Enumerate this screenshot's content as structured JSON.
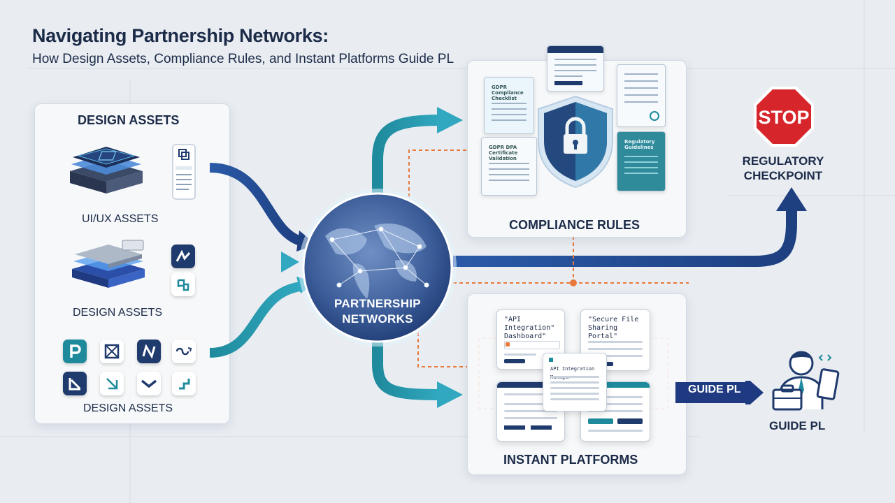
{
  "header": {
    "title": "Navigating Partnership Networks:",
    "subtitle": "How Design Assets, Compliance Rules, and Instant Platforms Guide PL"
  },
  "design_assets": {
    "heading": "DESIGN ASSETS",
    "groups": [
      {
        "caption": "UI/UX ASSETS",
        "icon": "layer-stack-icon"
      },
      {
        "caption": "DESIGN ASSETS",
        "icon": "component-stack-icon"
      },
      {
        "caption": "DESIGN ASSETS",
        "icon": "app-icon-grid"
      }
    ]
  },
  "hub": {
    "label_line1": "PARTNERSHIP",
    "label_line2": "NETWORKS",
    "icon": "globe-icon"
  },
  "compliance": {
    "heading": "COMPLIANCE RULES",
    "doc1_title": "GDPR Compliance Checklist",
    "doc2_title": "GDPR DPA Certificate Validation",
    "doc3_title": "Regulatory Guidelines",
    "icon": "shield-lock-icon"
  },
  "checkpoint": {
    "sign": "STOP",
    "label_line1": "REGULATORY",
    "label_line2": "CHECKPOINT"
  },
  "platforms": {
    "heading": "INSTANT PLATFORMS",
    "card1_title": "\"API Integration\" Dashboard\"",
    "card2_title": "\"Secure File Sharing Portal\"",
    "card3_title": "API Integration Manager"
  },
  "guide": {
    "arrow_label": "GUIDE PL",
    "label": "GUIDE PL",
    "icon": "person-briefcase-icon"
  },
  "colors": {
    "navy": "#1f3a6d",
    "teal": "#1f8a9c",
    "orange": "#e8793a",
    "stop_red": "#d7262b"
  }
}
